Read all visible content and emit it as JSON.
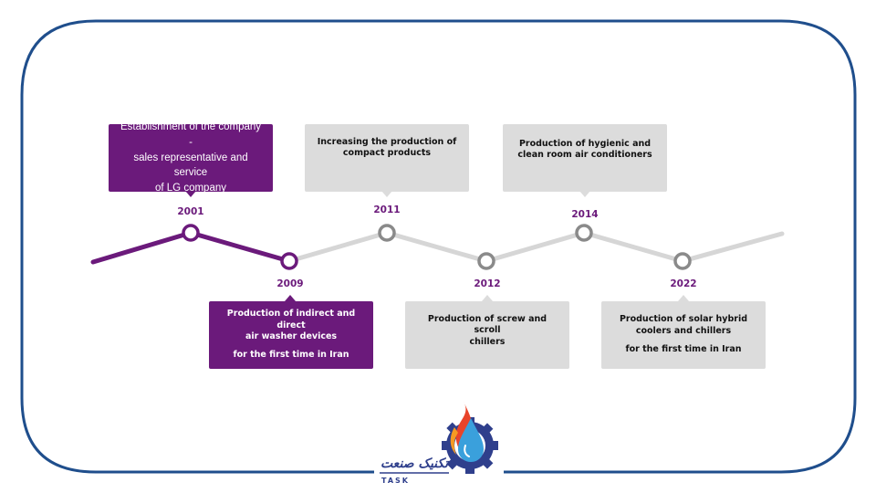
{
  "colors": {
    "frame": "#1f4e8c",
    "accent": "#6b1a7b",
    "inactive": "#d6d6d6",
    "box_gray": "#dcdcdc",
    "logo_blue": "#2f3f8c",
    "logo_flame": "#e8442a",
    "logo_drop": "#3aa0dc"
  },
  "timeline": [
    {
      "year": "2001",
      "text": [
        "Establishment of the company -",
        "sales representative and service",
        "of LG company"
      ],
      "style": "purple",
      "position": "above"
    },
    {
      "year": "2009",
      "text": [
        "Production of indirect and direct",
        "air washer devices",
        "for the first time in Iran"
      ],
      "style": "purple",
      "position": "below"
    },
    {
      "year": "2011",
      "text": [
        "Increasing the production of",
        "compact products"
      ],
      "style": "gray",
      "position": "above"
    },
    {
      "year": "2012",
      "text": [
        "Production of screw and scroll",
        "chillers"
      ],
      "style": "gray",
      "position": "below"
    },
    {
      "year": "2014",
      "text": [
        "Production of hygienic and",
        "clean room air conditioners"
      ],
      "style": "gray",
      "position": "above"
    },
    {
      "year": "2022",
      "text": [
        "Production of solar hybrid",
        "coolers and chillers",
        "for the first time in Iran"
      ],
      "style": "gray",
      "position": "below"
    }
  ],
  "logo": {
    "name": "تکنیک صنعت",
    "sub": "TASK",
    "icon": "flame-drop-gear-icon"
  }
}
